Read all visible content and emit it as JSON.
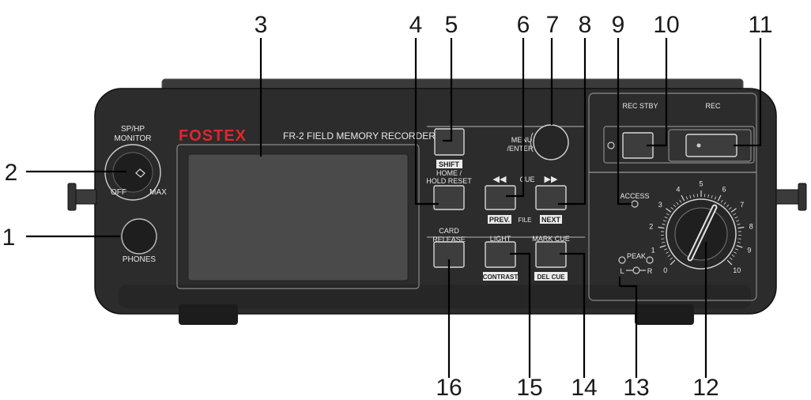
{
  "device": {
    "brand": "FOSTEX",
    "model": "FR-2  FIELD MEMORY RECORDER",
    "brand_color": "#e0262c",
    "body_color": "#2c2c2c",
    "screen_color": "#4a4a4a"
  },
  "panel_labels": {
    "sp_hp": "SP/HP",
    "monitor": "MONITOR",
    "off": "OFF",
    "max": "MAX",
    "phones": "PHONES",
    "shift": "SHIFT",
    "menu": "MENU",
    "enter": "/ENTER",
    "home": "HOME /",
    "hold_reset": "HOLD RESET",
    "cue": "CUE",
    "prev": "PREV.",
    "file": "FILE",
    "next": "NEXT",
    "card": "CARD",
    "release": "RELEASE",
    "light": "LIGHT",
    "contrast": "CONTRAST",
    "mark_cue": "MARK CUE",
    "del_cue": "DEL CUE",
    "rec_stby": "REC STBY",
    "rec": "REC",
    "access": "ACCESS",
    "peak": "PEAK",
    "l": "L",
    "r": "R"
  },
  "scale_ticks": [
    "0",
    "1",
    "2",
    "3",
    "4",
    "5",
    "6",
    "7",
    "8",
    "9",
    "10"
  ],
  "callouts": [
    "1",
    "2",
    "3",
    "4",
    "5",
    "6",
    "7",
    "8",
    "9",
    "10",
    "11",
    "12",
    "13",
    "14",
    "15",
    "16"
  ]
}
